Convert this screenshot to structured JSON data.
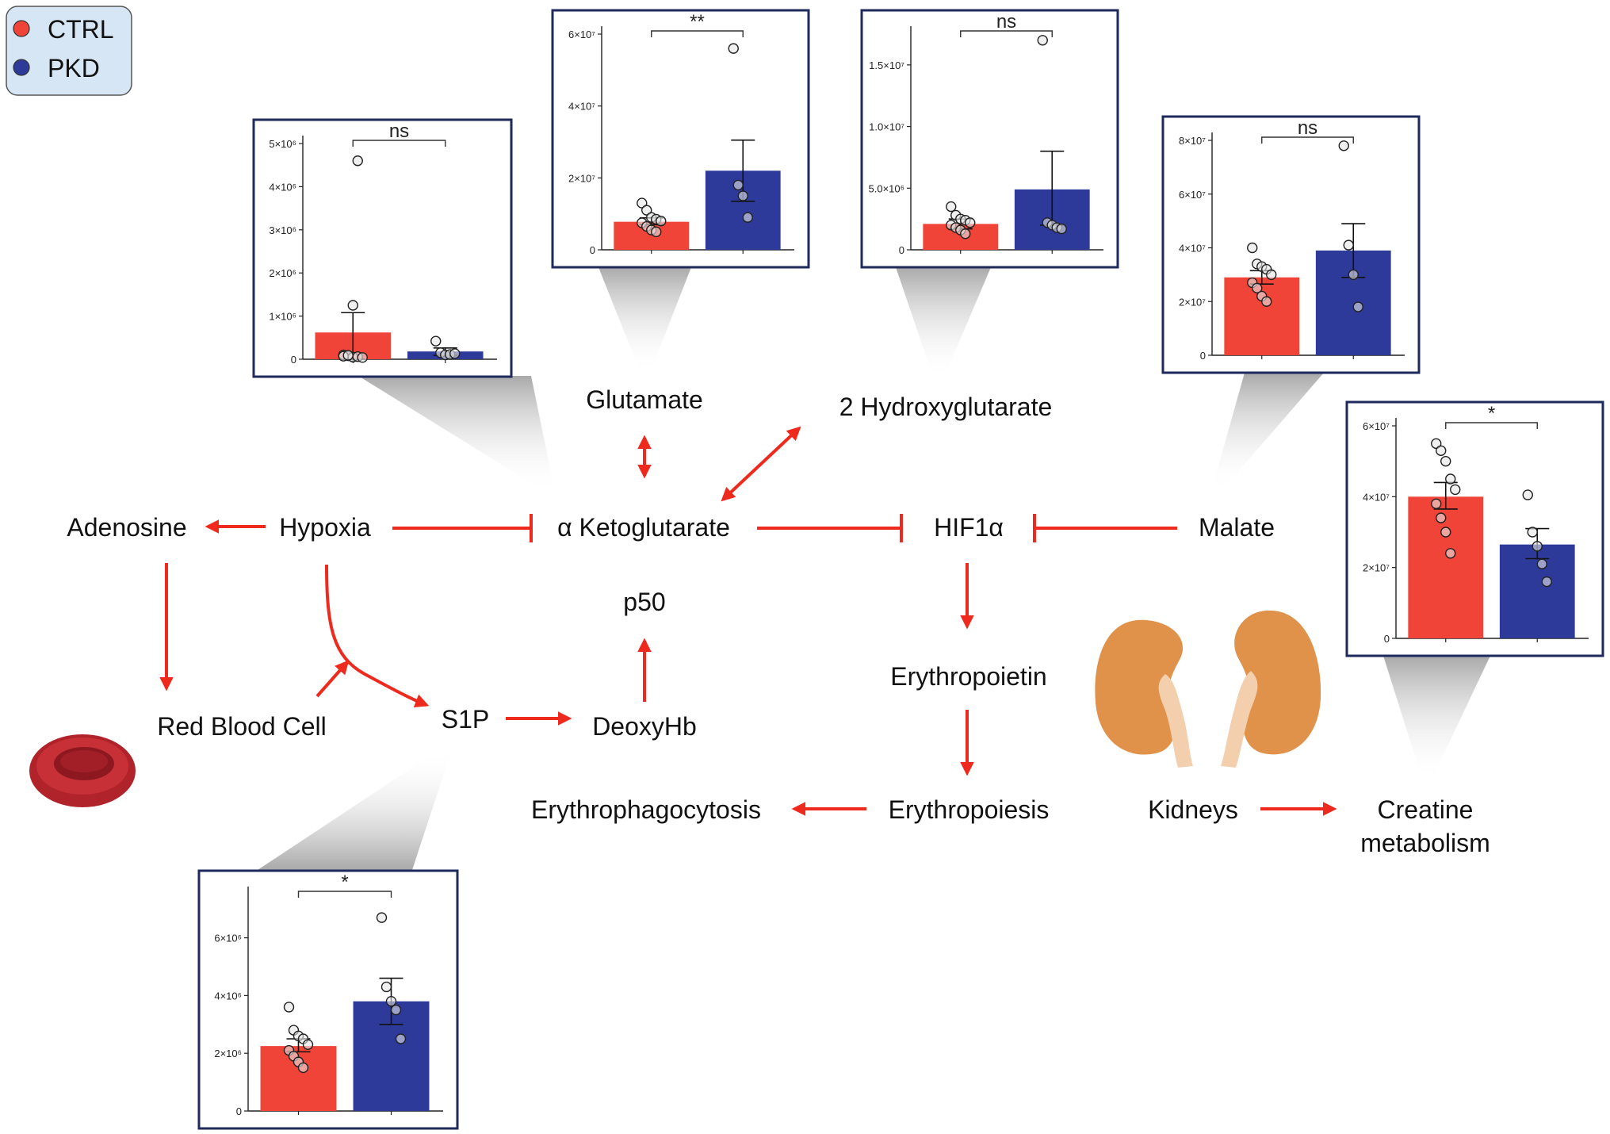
{
  "legend": [
    {
      "label": "CTRL",
      "color": "#f04438"
    },
    {
      "label": "PKD",
      "color": "#2e3a9a"
    }
  ],
  "colors": {
    "arrow": "#ee2a1f",
    "ctrl": "#f04438",
    "pkd": "#2e3a9a",
    "panel_border": "#1f2a5c",
    "legend_bg": "#d6e6f5"
  },
  "nodes": {
    "adenosine": "Adenosine",
    "hypoxia": "Hypoxia",
    "aketo": "α Ketoglutarate",
    "hif": "HIF1α",
    "malate": "Malate",
    "glutamate": "Glutamate",
    "hydroxy": "2 Hydroxyglutarate",
    "p50": "p50",
    "epo": "Erythropoietin",
    "rbc": "Red Blood Cell",
    "s1p": "S1P",
    "deoxyhb": "DeoxyHb",
    "erythrophago": "Erythrophagocytosis",
    "erythropoiesis": "Erythropoiesis",
    "kidneys": "Kidneys",
    "creatine1": "Creatine",
    "creatine2": "metabolism"
  },
  "icons": [
    "red-blood-cell-icon",
    "kidneys-icon"
  ],
  "chart_data": [
    {
      "id": "adenosine",
      "type": "bar",
      "significance": "ns",
      "ylim": [
        0,
        5000000
      ],
      "ytick_labels": [
        "0",
        "1×10⁶",
        "2×10⁶",
        "3×10⁶",
        "4×10⁶",
        "5×10⁶"
      ],
      "series": [
        {
          "name": "CTRL",
          "mean": 620000,
          "err_low": 0,
          "err_high": 1080000,
          "points": [
            100000,
            80000,
            50000,
            60000,
            40000,
            70000,
            90000,
            1250000,
            4600000
          ]
        },
        {
          "name": "PKD",
          "mean": 180000,
          "err_low": 90000,
          "err_high": 260000,
          "points": [
            420000,
            150000,
            100000,
            110000,
            130000
          ]
        }
      ]
    },
    {
      "id": "glutamate",
      "type": "bar",
      "significance": "**",
      "ylim": [
        0,
        60000000
      ],
      "ytick_labels": [
        "0",
        "2×10⁷",
        "4×10⁷",
        "6×10⁷"
      ],
      "series": [
        {
          "name": "CTRL",
          "mean": 7800000,
          "err_low": 7000000,
          "err_high": 8900000,
          "points": [
            13000000,
            11000000,
            9000000,
            8500000,
            8000000,
            7500000,
            6500000,
            5500000,
            5000000
          ]
        },
        {
          "name": "PKD",
          "mean": 22000000,
          "err_low": 13500000,
          "err_high": 30500000,
          "points": [
            56000000,
            18000000,
            15000000,
            9000000
          ]
        }
      ]
    },
    {
      "id": "hydroxyglutarate",
      "type": "bar",
      "significance": "ns",
      "ylim": [
        0,
        17500000
      ],
      "ytick_labels": [
        "0",
        "5.0×10⁶",
        "1.0×10⁷",
        "1.5×10⁷"
      ],
      "series": [
        {
          "name": "CTRL",
          "mean": 2100000,
          "err_low": 1700000,
          "err_high": 2500000,
          "points": [
            3500000,
            2800000,
            2500000,
            2400000,
            2200000,
            2000000,
            1800000,
            1600000,
            1300000
          ]
        },
        {
          "name": "PKD",
          "mean": 4900000,
          "err_low": 2000000,
          "err_high": 8000000,
          "points": [
            17000000,
            2200000,
            2000000,
            1800000,
            1700000
          ]
        }
      ]
    },
    {
      "id": "malate",
      "type": "bar",
      "significance": "ns",
      "ylim": [
        0,
        80000000
      ],
      "ytick_labels": [
        "0",
        "2×10⁷",
        "4×10⁷",
        "6×10⁷",
        "8×10⁷"
      ],
      "series": [
        {
          "name": "CTRL",
          "mean": 29000000,
          "err_low": 26500000,
          "err_high": 31500000,
          "points": [
            40000000,
            34000000,
            33000000,
            32000000,
            30000000,
            27000000,
            25000000,
            22000000,
            20000000
          ]
        },
        {
          "name": "PKD",
          "mean": 39000000,
          "err_low": 29000000,
          "err_high": 49000000,
          "points": [
            78000000,
            41000000,
            30000000,
            18000000
          ]
        }
      ]
    },
    {
      "id": "creatine",
      "type": "bar",
      "significance": "*",
      "ylim": [
        0,
        60000000
      ],
      "ytick_labels": [
        "0",
        "2×10⁷",
        "4×10⁷",
        "6×10⁷"
      ],
      "series": [
        {
          "name": "CTRL",
          "mean": 40000000,
          "err_low": 36500000,
          "err_high": 44000000,
          "points": [
            55000000,
            53000000,
            50000000,
            45000000,
            42000000,
            38000000,
            34000000,
            30000000,
            24000000
          ]
        },
        {
          "name": "PKD",
          "mean": 26500000,
          "err_low": 22500000,
          "err_high": 31000000,
          "points": [
            40500000,
            30000000,
            26000000,
            21000000,
            16000000
          ]
        }
      ]
    },
    {
      "id": "s1p",
      "type": "bar",
      "significance": "*",
      "ylim": [
        0,
        7500000
      ],
      "ytick_labels": [
        "0",
        "2×10⁶",
        "4×10⁶",
        "6×10⁶"
      ],
      "series": [
        {
          "name": "CTRL",
          "mean": 2250000,
          "err_low": 2050000,
          "err_high": 2500000,
          "points": [
            3600000,
            2800000,
            2600000,
            2500000,
            2300000,
            2100000,
            1900000,
            1700000,
            1500000
          ]
        },
        {
          "name": "PKD",
          "mean": 3800000,
          "err_low": 3000000,
          "err_high": 4600000,
          "points": [
            6700000,
            4300000,
            3800000,
            3500000,
            2500000
          ]
        }
      ]
    }
  ]
}
